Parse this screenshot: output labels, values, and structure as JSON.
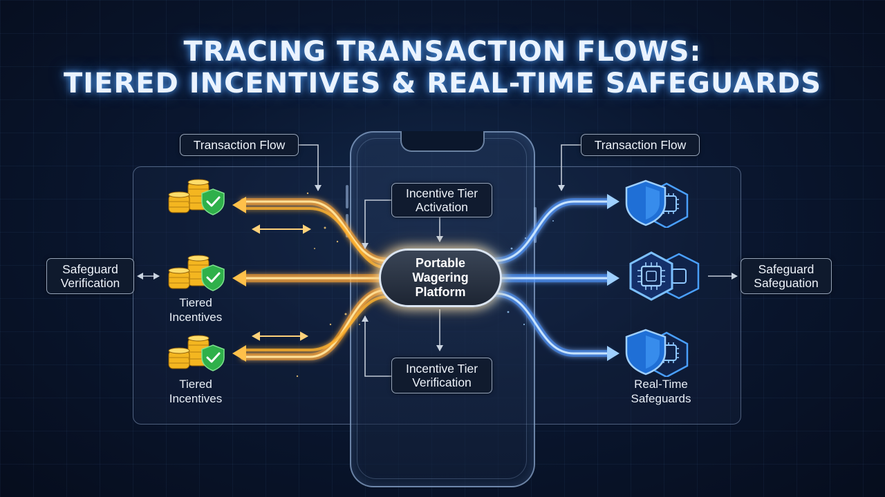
{
  "title": {
    "line1": "TRACING TRANSACTION FLOWS:",
    "line2": "TIERED INCENTIVES & REAL-TIME SAFEGUARDS"
  },
  "labels": {
    "transaction_flow_left": "Transaction Flow",
    "transaction_flow_right": "Transaction Flow",
    "incentive_tier_activation": "Incentive Tier\nActivation",
    "incentive_tier_verification": "Incentive Tier\nVerification",
    "safeguard_verification": "Safeguard\nVerification",
    "safeguard_safeguation": "Safeguard\nSafeguation",
    "center": "Portable\nWagering\nPlatform"
  },
  "captions": {
    "tiered_incentives_middle": "Tiered\nIncentives",
    "tiered_incentives_bottom": "Tiered\nIncentives",
    "real_time_safeguards": "Real-Time\nSafeguards"
  },
  "icons": {
    "left": [
      "coin-stack-check-icon",
      "coin-stack-check-icon",
      "coin-stack-check-icon"
    ],
    "right": [
      "shield-chip-icon",
      "chip-hexagon-icon",
      "shield-chip-icon"
    ],
    "device": "smartphone-outline"
  },
  "colors": {
    "incentive_flow": "#ffb020",
    "safeguard_flow": "#3ea0ff",
    "background": "#0a1730",
    "title_glow": "#5aaaff"
  }
}
